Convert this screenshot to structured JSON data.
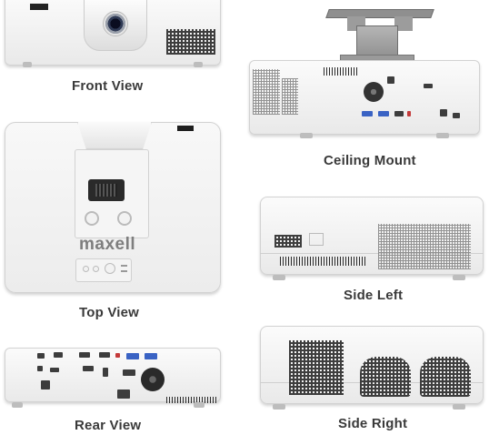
{
  "brand": "maxell",
  "views": {
    "front": "Front View",
    "ceiling": "Ceiling Mount",
    "top": "Top View",
    "side_left": "Side Left",
    "rear": "Rear View",
    "side_right": "Side Right"
  }
}
